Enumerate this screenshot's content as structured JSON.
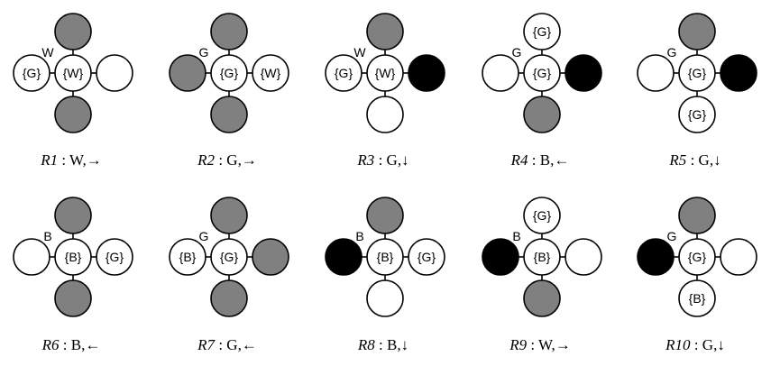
{
  "colors": {
    "white": "#ffffff",
    "gray": "#808080",
    "black": "#000000",
    "stroke": "#000000"
  },
  "rules": [
    {
      "name": "R1",
      "wlabel": "W",
      "action": "W",
      "arrow": "→",
      "center": "{W}",
      "top": {
        "fill": "gray",
        "text": ""
      },
      "left": {
        "fill": "white",
        "text": "{G}"
      },
      "right": {
        "fill": "white",
        "text": ""
      },
      "bottom": {
        "fill": "gray",
        "text": ""
      }
    },
    {
      "name": "R2",
      "wlabel": "G",
      "action": "G",
      "arrow": "→",
      "center": "{G}",
      "top": {
        "fill": "gray",
        "text": ""
      },
      "left": {
        "fill": "gray",
        "text": ""
      },
      "right": {
        "fill": "white",
        "text": "{W}"
      },
      "bottom": {
        "fill": "gray",
        "text": ""
      }
    },
    {
      "name": "R3",
      "wlabel": "W",
      "action": "G",
      "arrow": "↓",
      "center": "{W}",
      "top": {
        "fill": "gray",
        "text": ""
      },
      "left": {
        "fill": "white",
        "text": "{G}"
      },
      "right": {
        "fill": "black",
        "text": ""
      },
      "bottom": {
        "fill": "white",
        "text": ""
      }
    },
    {
      "name": "R4",
      "wlabel": "G",
      "action": "B",
      "arrow": "←",
      "center": "{G}",
      "top": {
        "fill": "white",
        "text": "{G}"
      },
      "left": {
        "fill": "white",
        "text": ""
      },
      "right": {
        "fill": "black",
        "text": ""
      },
      "bottom": {
        "fill": "gray",
        "text": ""
      }
    },
    {
      "name": "R5",
      "wlabel": "G",
      "action": "G",
      "arrow": "↓",
      "center": "{G}",
      "top": {
        "fill": "gray",
        "text": ""
      },
      "left": {
        "fill": "white",
        "text": ""
      },
      "right": {
        "fill": "black",
        "text": ""
      },
      "bottom": {
        "fill": "white",
        "text": "{G}"
      }
    },
    {
      "name": "R6",
      "wlabel": "B",
      "action": "B",
      "arrow": "←",
      "center": "{B}",
      "top": {
        "fill": "gray",
        "text": ""
      },
      "left": {
        "fill": "white",
        "text": ""
      },
      "right": {
        "fill": "white",
        "text": "{G}"
      },
      "bottom": {
        "fill": "gray",
        "text": ""
      }
    },
    {
      "name": "R7",
      "wlabel": "G",
      "action": "G",
      "arrow": "←",
      "center": "{G}",
      "top": {
        "fill": "gray",
        "text": ""
      },
      "left": {
        "fill": "white",
        "text": "{B}"
      },
      "right": {
        "fill": "gray",
        "text": ""
      },
      "bottom": {
        "fill": "gray",
        "text": ""
      }
    },
    {
      "name": "R8",
      "wlabel": "B",
      "action": "B",
      "arrow": "↓",
      "center": "{B}",
      "top": {
        "fill": "gray",
        "text": ""
      },
      "left": {
        "fill": "black",
        "text": ""
      },
      "right": {
        "fill": "white",
        "text": "{G}"
      },
      "bottom": {
        "fill": "white",
        "text": ""
      }
    },
    {
      "name": "R9",
      "wlabel": "B",
      "action": "W",
      "arrow": "→",
      "center": "{B}",
      "top": {
        "fill": "white",
        "text": "{G}"
      },
      "left": {
        "fill": "black",
        "text": ""
      },
      "right": {
        "fill": "white",
        "text": ""
      },
      "bottom": {
        "fill": "gray",
        "text": ""
      }
    },
    {
      "name": "R10",
      "wlabel": "G",
      "action": "G",
      "arrow": "↓",
      "center": "{G}",
      "top": {
        "fill": "gray",
        "text": ""
      },
      "left": {
        "fill": "black",
        "text": ""
      },
      "right": {
        "fill": "white",
        "text": ""
      },
      "bottom": {
        "fill": "white",
        "text": "{B}"
      }
    }
  ]
}
